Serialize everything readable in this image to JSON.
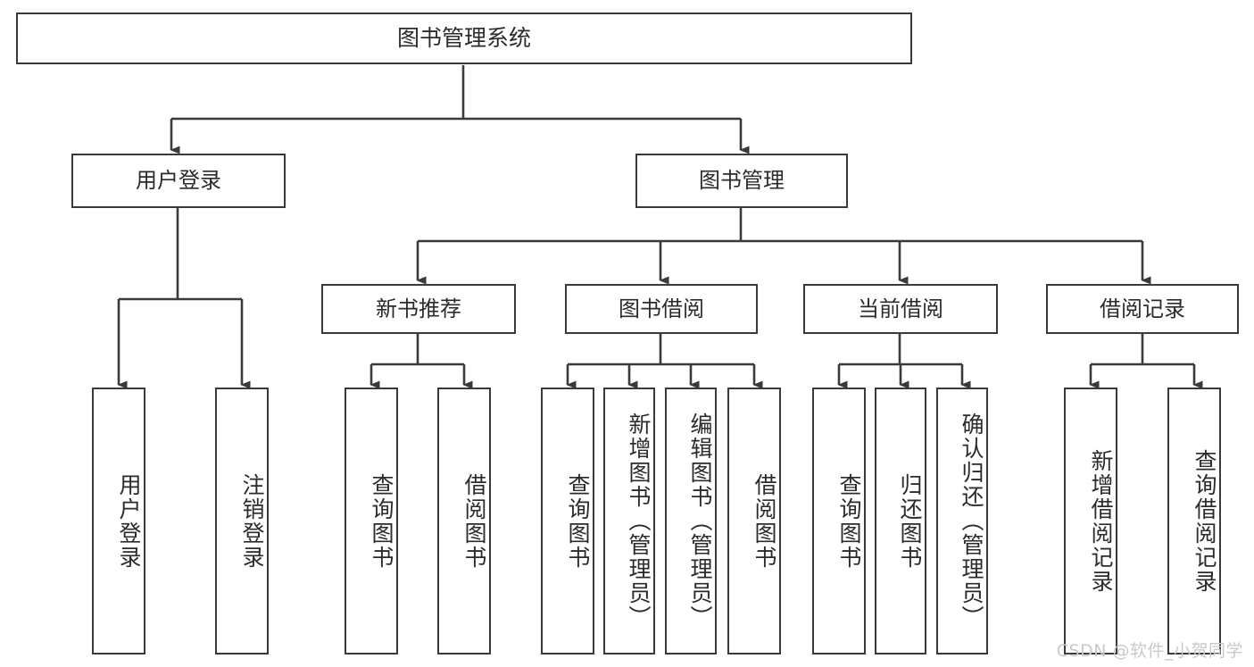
{
  "diagram": {
    "title": "图书管理系统",
    "type": "tree",
    "orientation": "top-down",
    "watermark": "CSDN @软件_小贺同学",
    "colors": {
      "box_border": "#3a3a3a",
      "box_fill": "#ffffff",
      "connector": "#3a3a3a",
      "text": "#2b2b2b",
      "watermark": "#c9c9c9"
    },
    "nodes": {
      "root": {
        "label": "图书管理系统",
        "level": 0
      },
      "user_login": {
        "label": "用户登录",
        "level": 1
      },
      "book_manage": {
        "label": "图书管理",
        "level": 1
      },
      "new_book_rec": {
        "label": "新书推荐",
        "level": 2
      },
      "book_borrow": {
        "label": "图书借阅",
        "level": 2
      },
      "current_borrow": {
        "label": "当前借阅",
        "level": 2
      },
      "borrow_record": {
        "label": "借阅记录",
        "level": 2
      },
      "leaf_user_login": {
        "label": "用户登录",
        "level": 2
      },
      "leaf_user_logout": {
        "label": "注销登录",
        "level": 2
      },
      "leaf_query_book_1": {
        "label": "查询图书",
        "level": 3
      },
      "leaf_borrow_book_1": {
        "label": "借阅图书",
        "level": 3
      },
      "leaf_query_book_2": {
        "label": "查询图书",
        "level": 3
      },
      "leaf_add_book": {
        "label": "新增图书（管理员）",
        "level": 3
      },
      "leaf_edit_book": {
        "label": "编辑图书（管理员）",
        "level": 3
      },
      "leaf_borrow_book_2": {
        "label": "借阅图书",
        "level": 3
      },
      "leaf_query_book_3": {
        "label": "查询图书",
        "level": 3
      },
      "leaf_return_book": {
        "label": "归还图书",
        "level": 3
      },
      "leaf_confirm_return": {
        "label": "确认归还（管理员）",
        "level": 3
      },
      "leaf_add_record": {
        "label": "新增借阅记录",
        "level": 3
      },
      "leaf_query_record": {
        "label": "查询借阅记录",
        "level": 3
      }
    },
    "edges": [
      {
        "from": "root",
        "to": "user_login"
      },
      {
        "from": "root",
        "to": "book_manage"
      },
      {
        "from": "user_login",
        "to": "leaf_user_login"
      },
      {
        "from": "user_login",
        "to": "leaf_user_logout"
      },
      {
        "from": "book_manage",
        "to": "new_book_rec"
      },
      {
        "from": "book_manage",
        "to": "book_borrow"
      },
      {
        "from": "book_manage",
        "to": "current_borrow"
      },
      {
        "from": "book_manage",
        "to": "borrow_record"
      },
      {
        "from": "new_book_rec",
        "to": "leaf_query_book_1"
      },
      {
        "from": "new_book_rec",
        "to": "leaf_borrow_book_1"
      },
      {
        "from": "book_borrow",
        "to": "leaf_query_book_2"
      },
      {
        "from": "book_borrow",
        "to": "leaf_add_book"
      },
      {
        "from": "book_borrow",
        "to": "leaf_edit_book"
      },
      {
        "from": "book_borrow",
        "to": "leaf_borrow_book_2"
      },
      {
        "from": "current_borrow",
        "to": "leaf_query_book_3"
      },
      {
        "from": "current_borrow",
        "to": "leaf_return_book"
      },
      {
        "from": "current_borrow",
        "to": "leaf_confirm_return"
      },
      {
        "from": "borrow_record",
        "to": "leaf_add_record"
      },
      {
        "from": "borrow_record",
        "to": "leaf_query_record"
      }
    ]
  }
}
